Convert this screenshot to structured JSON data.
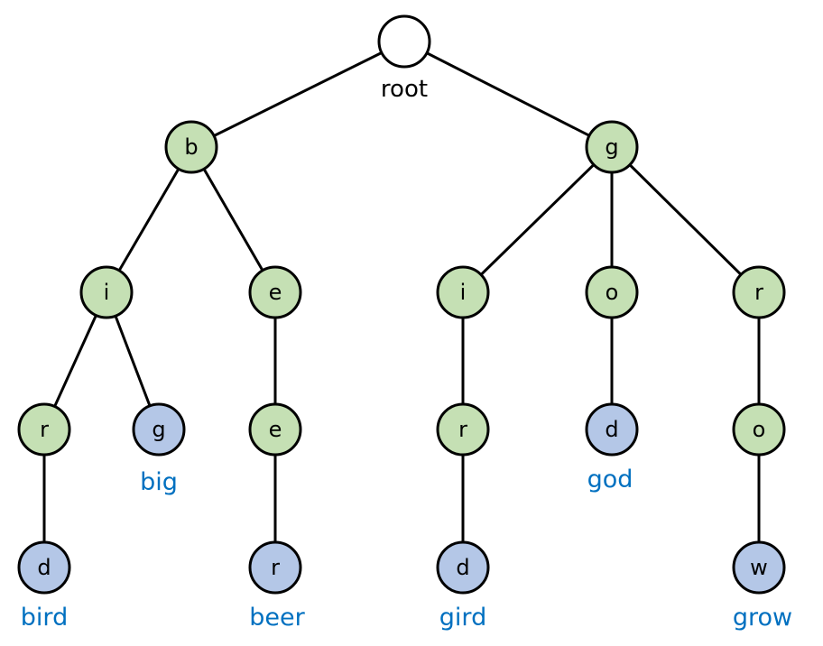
{
  "colors": {
    "root_fill": "#ffffff",
    "internal_fill": "#c5e0b4",
    "terminal_fill": "#b4c7e7",
    "word_label": "#0070c0",
    "edge": "#000000"
  },
  "root": {
    "label": "root"
  },
  "nodes": [
    {
      "id": "root",
      "letter": "",
      "kind": "root"
    },
    {
      "id": "b",
      "letter": "b",
      "kind": "internal"
    },
    {
      "id": "g",
      "letter": "g",
      "kind": "internal"
    },
    {
      "id": "bi",
      "letter": "i",
      "kind": "internal"
    },
    {
      "id": "be",
      "letter": "e",
      "kind": "internal"
    },
    {
      "id": "gi",
      "letter": "i",
      "kind": "internal"
    },
    {
      "id": "go",
      "letter": "o",
      "kind": "internal"
    },
    {
      "id": "gr",
      "letter": "r",
      "kind": "internal"
    },
    {
      "id": "bir",
      "letter": "r",
      "kind": "internal"
    },
    {
      "id": "big",
      "letter": "g",
      "kind": "terminal"
    },
    {
      "id": "bee",
      "letter": "e",
      "kind": "internal"
    },
    {
      "id": "gir",
      "letter": "r",
      "kind": "internal"
    },
    {
      "id": "god",
      "letter": "d",
      "kind": "terminal"
    },
    {
      "id": "gro",
      "letter": "o",
      "kind": "internal"
    },
    {
      "id": "bird",
      "letter": "d",
      "kind": "terminal"
    },
    {
      "id": "beer",
      "letter": "r",
      "kind": "terminal"
    },
    {
      "id": "gird",
      "letter": "d",
      "kind": "terminal"
    },
    {
      "id": "grow",
      "letter": "w",
      "kind": "terminal"
    }
  ],
  "edges": [
    [
      "root",
      "b"
    ],
    [
      "root",
      "g"
    ],
    [
      "b",
      "bi"
    ],
    [
      "b",
      "be"
    ],
    [
      "g",
      "gi"
    ],
    [
      "g",
      "go"
    ],
    [
      "g",
      "gr"
    ],
    [
      "bi",
      "bir"
    ],
    [
      "bi",
      "big"
    ],
    [
      "be",
      "bee"
    ],
    [
      "gi",
      "gir"
    ],
    [
      "go",
      "god"
    ],
    [
      "gr",
      "gro"
    ],
    [
      "bir",
      "bird"
    ],
    [
      "bee",
      "beer"
    ],
    [
      "gir",
      "gird"
    ],
    [
      "gro",
      "grow"
    ]
  ],
  "words": [
    {
      "node": "big",
      "text": "big"
    },
    {
      "node": "god",
      "text": "god"
    },
    {
      "node": "bird",
      "text": "bird"
    },
    {
      "node": "beer",
      "text": "beer"
    },
    {
      "node": "gird",
      "text": "gird"
    },
    {
      "node": "grow",
      "text": "grow"
    }
  ]
}
